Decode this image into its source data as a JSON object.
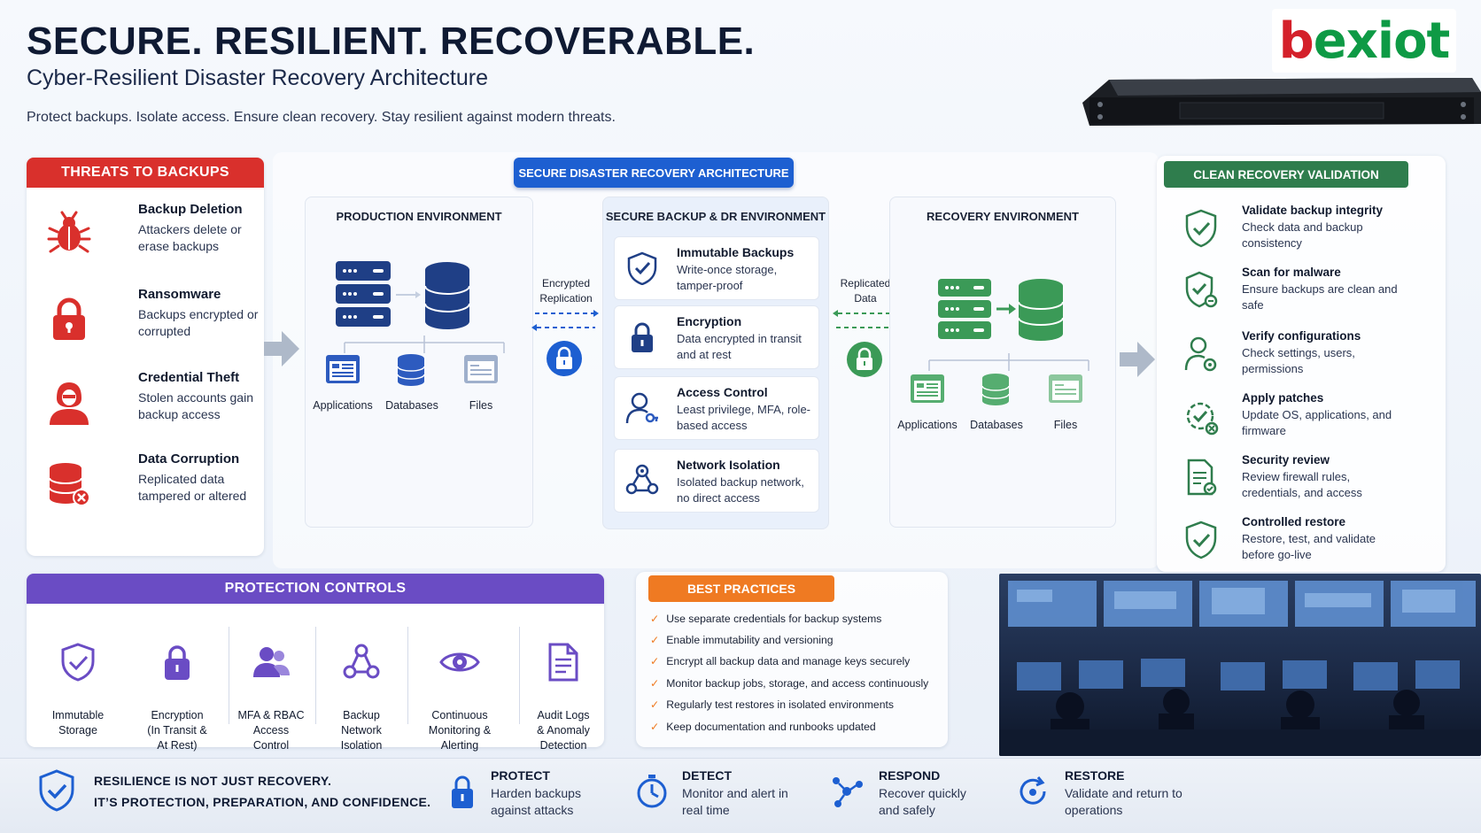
{
  "header": {
    "title": "SECURE. RESILIENT. RECOVERABLE.",
    "subtitle": "Cyber-Resilient Disaster Recovery Architecture",
    "tagline": "Protect backups. Isolate access. Ensure clean recovery. Stay resilient against modern threats."
  },
  "logo": {
    "prefix": "b",
    "rest": "exiot"
  },
  "threats": {
    "title": "THREATS TO BACKUPS",
    "items": [
      {
        "title": "Backup Deletion",
        "desc": "Attackers delete or erase backups",
        "icon": "bug-icon"
      },
      {
        "title": "Ransomware",
        "desc": "Backups encrypted or corrupted",
        "icon": "lock-icon"
      },
      {
        "title": "Credential Theft",
        "desc": "Stolen accounts gain backup access",
        "icon": "hacker-icon"
      },
      {
        "title": "Data Corruption",
        "desc": "Replicated data tampered or altered",
        "icon": "database-error-icon"
      }
    ]
  },
  "architecture": {
    "badge": "SECURE DISASTER RECOVERY ARCHITECTURE",
    "production": {
      "title": "PRODUCTION ENVIRONMENT",
      "items": [
        "Applications",
        "Databases",
        "Files"
      ]
    },
    "flow_left": "Encrypted\nReplication",
    "flow_right": "Replicated\nData",
    "backup": {
      "title": "SECURE BACKUP & DR ENVIRONMENT",
      "cards": [
        {
          "title": "Immutable Backups",
          "desc": "Write-once storage, tamper-proof",
          "icon": "shield-check-icon"
        },
        {
          "title": "Encryption",
          "desc": "Data encrypted in transit and at rest",
          "icon": "lock-icon"
        },
        {
          "title": "Access Control",
          "desc": "Least privilege, MFA, role-based access",
          "icon": "user-key-icon"
        },
        {
          "title": "Network Isolation",
          "desc": "Isolated backup network, no direct access",
          "icon": "network-icon"
        }
      ]
    },
    "recovery": {
      "title": "RECOVERY ENVIRONMENT",
      "items": [
        "Applications",
        "Databases",
        "Files"
      ]
    }
  },
  "clean_recovery": {
    "title": "CLEAN RECOVERY VALIDATION",
    "items": [
      {
        "title": "Validate backup integrity",
        "desc": "Check data and backup consistency"
      },
      {
        "title": "Scan for malware",
        "desc": "Ensure backups are clean and safe"
      },
      {
        "title": "Verify configurations",
        "desc": "Check settings, users, permissions"
      },
      {
        "title": "Apply patches",
        "desc": "Update OS, applications, and firmware"
      },
      {
        "title": "Security review",
        "desc": "Review firewall rules, credentials, and access"
      },
      {
        "title": "Controlled restore",
        "desc": "Restore, test, and validate before go-live"
      }
    ]
  },
  "protection": {
    "title": "PROTECTION CONTROLS",
    "items": [
      {
        "label": "Immutable\nStorage"
      },
      {
        "label": "Encryption\n(In Transit &\nAt Rest)"
      },
      {
        "label": "MFA & RBAC\nAccess\nControl"
      },
      {
        "label": "Backup\nNetwork\nIsolation"
      },
      {
        "label": "Continuous\nMonitoring &\nAlerting"
      },
      {
        "label": "Audit Logs\n& Anomaly\nDetection"
      }
    ]
  },
  "best_practices": {
    "title": "BEST PRACTICES",
    "items": [
      "Use separate credentials for backup systems",
      "Enable immutability and versioning",
      "Encrypt all backup data and manage keys securely",
      "Monitor backup jobs, storage, and access continuously",
      "Regularly test restores in isolated environments",
      "Keep documentation and runbooks updated"
    ]
  },
  "footer": {
    "line1": "RESILIENCE IS NOT JUST RECOVERY.",
    "line2": "IT’S PROTECTION, PREPARATION, AND CONFIDENCE.",
    "steps": [
      {
        "title": "PROTECT",
        "desc": "Harden backups against attacks"
      },
      {
        "title": "DETECT",
        "desc": "Monitor and alert in real time"
      },
      {
        "title": "RESPOND",
        "desc": "Recover quickly and safely"
      },
      {
        "title": "RESTORE",
        "desc": "Validate and return to operations"
      }
    ]
  },
  "colors": {
    "threat_red": "#d9302c",
    "arch_blue": "#1d5fd1",
    "prod_navy": "#1f3f86",
    "recovery_green": "#3b9a57",
    "clean_green": "#2f7d4d",
    "protection_purple": "#6a4cc4",
    "best_orange": "#ef7a22"
  }
}
